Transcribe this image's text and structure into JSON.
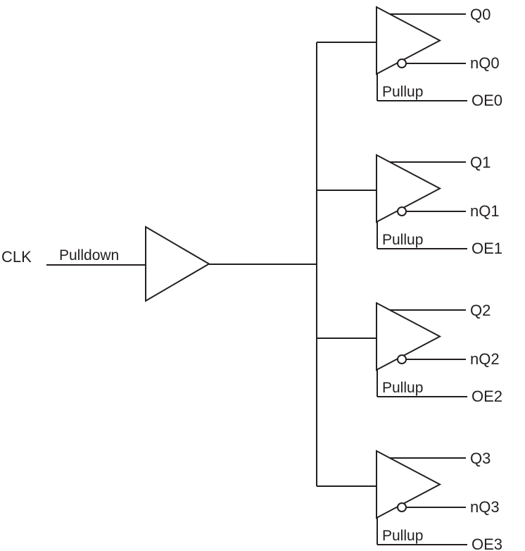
{
  "diagram": {
    "ink_color": "#231f20",
    "background_color": "#ffffff",
    "clk_label": "CLK",
    "pulldown_label": "Pulldown",
    "outputs": [
      {
        "q": "Q0",
        "nq": "nQ0",
        "oe": "OE0",
        "pullup": "Pullup"
      },
      {
        "q": "Q1",
        "nq": "nQ1",
        "oe": "OE1",
        "pullup": "Pullup"
      },
      {
        "q": "Q2",
        "nq": "nQ2",
        "oe": "OE2",
        "pullup": "Pullup"
      },
      {
        "q": "Q3",
        "nq": "nQ3",
        "oe": "OE3",
        "pullup": "Pullup"
      }
    ]
  }
}
